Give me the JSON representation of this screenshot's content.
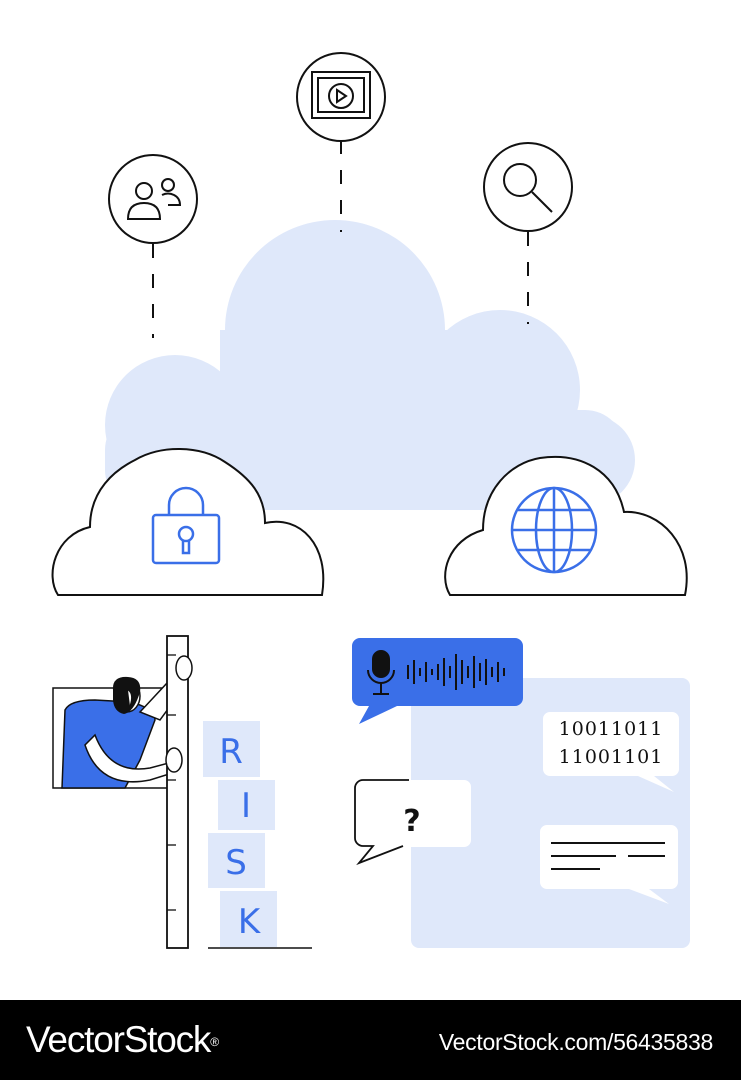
{
  "illustration": {
    "risk_letters": [
      "R",
      "I",
      "S",
      "K"
    ],
    "binary_lines": [
      "10011011",
      "11001101"
    ],
    "question_mark": "?",
    "icons": [
      "users-icon",
      "video-player-icon",
      "search-icon",
      "padlock-icon",
      "globe-icon",
      "microphone-icon"
    ],
    "colors": {
      "accent": "#3a6fe8",
      "light_fill": "#dfe8fa",
      "line": "#111111",
      "skin": "#ffffff"
    }
  },
  "footer": {
    "brand": "VectorStock",
    "registered_mark": "®",
    "image_url": "VectorStock.com/56435838"
  }
}
